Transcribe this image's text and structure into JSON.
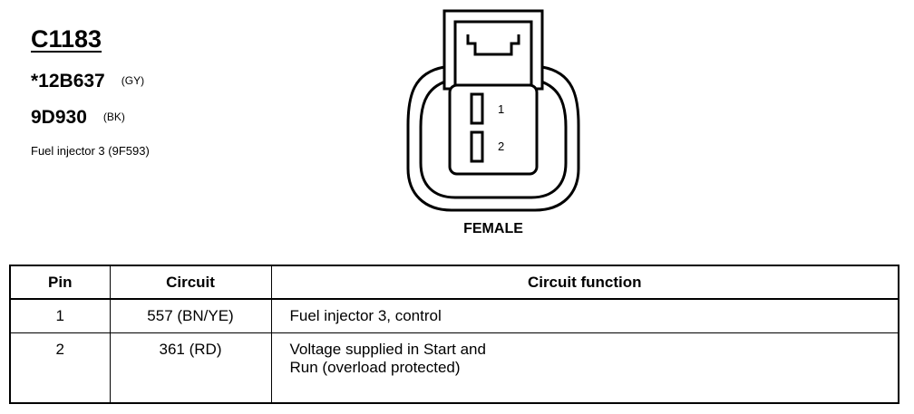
{
  "connector": {
    "id": "C1183",
    "parts": [
      {
        "number": "*12B637",
        "color": "(GY)"
      },
      {
        "number": "9D930",
        "color": "(BK)"
      }
    ],
    "description": "Fuel injector 3 (9F593)",
    "gender": "FEMALE",
    "pin_labels": [
      "1",
      "2"
    ]
  },
  "table": {
    "headers": [
      "Pin",
      "Circuit",
      "Circuit function"
    ],
    "rows": [
      {
        "pin": "1",
        "circuit": "557 (BN/YE)",
        "function": "Fuel injector 3, control",
        "function_line2": ""
      },
      {
        "pin": "2",
        "circuit": "361 (RD)",
        "function": "Voltage supplied in Start and",
        "function_line2": "Run (overload protected)"
      }
    ]
  }
}
